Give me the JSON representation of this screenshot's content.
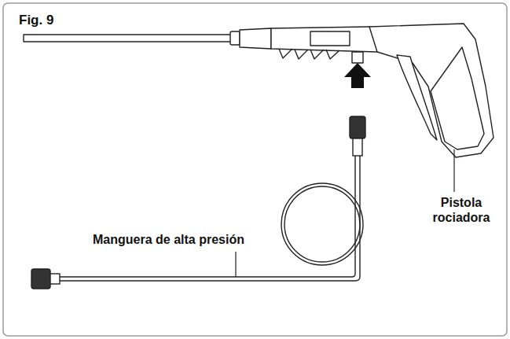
{
  "diagram": {
    "labels": [
      "Fig. 9",
      "Pistola rociadora",
      "Manguera de alta presión"
    ]
  }
}
